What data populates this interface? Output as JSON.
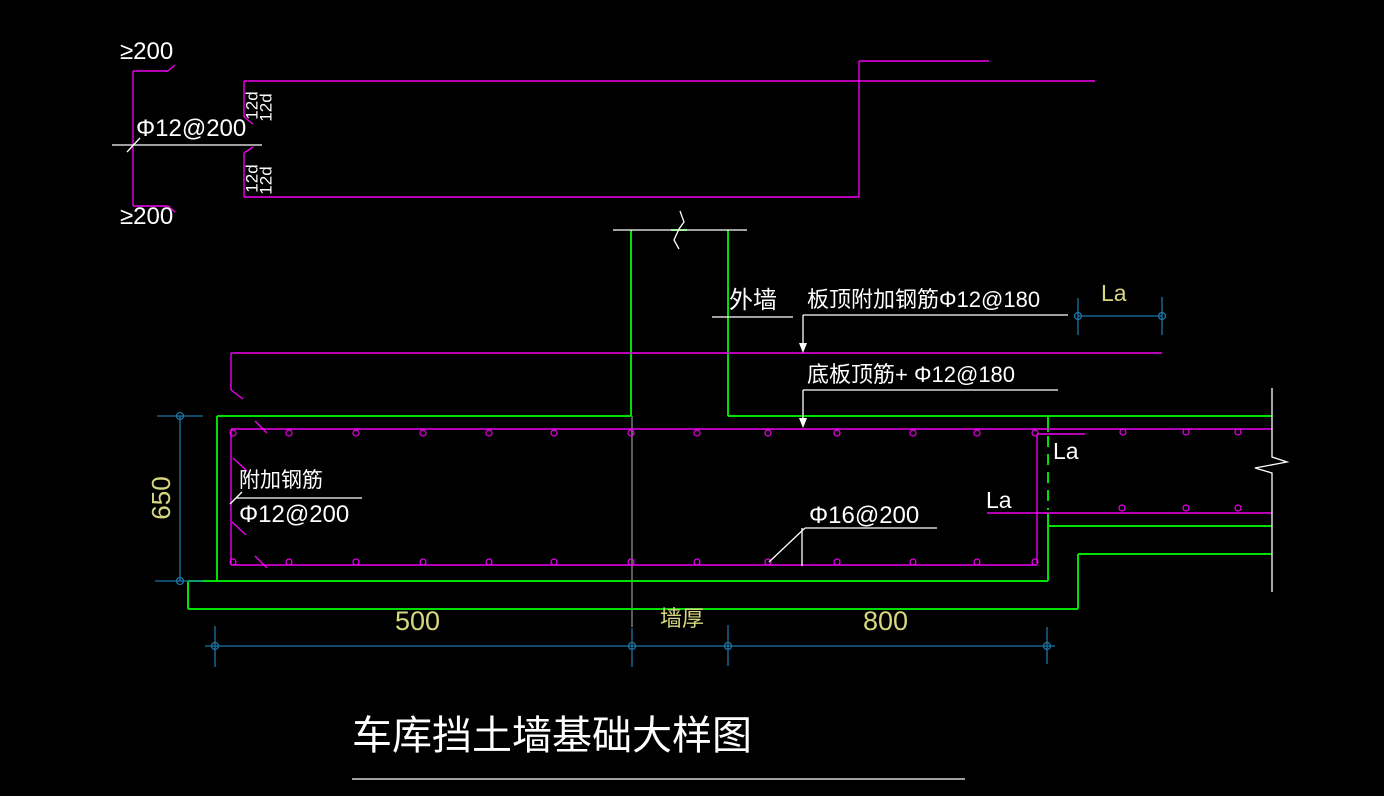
{
  "colors": {
    "background": "#000000",
    "rebar_magenta": "#f000f0",
    "concrete_green": "#00e000",
    "dimension_blue": "#1b76a8",
    "text_white": "#ffffff",
    "text_yellow": "#d6d77e",
    "construction_gray": "#9a9a9a"
  },
  "rebar_detail": {
    "top_clearance": "≥200",
    "bottom_clearance": "≥200",
    "spec": "Φ12@200",
    "bend_top_a": "12d",
    "bend_top_b": "12d",
    "bend_bottom_a": "12d",
    "bend_bottom_b": "12d"
  },
  "annotations": {
    "exterior_wall": "外墙",
    "slab_top_additional_rebar": "板顶附加钢筋Φ12@180",
    "bottom_slab_top_rebar": "底板顶筋+ Φ12@180",
    "additional_rebar_name": "附加钢筋",
    "additional_rebar_spec": "Φ12@200",
    "footing_bottom_rebar_spec": "Φ16@200",
    "anchorage_top": "La",
    "anchorage_right": "La",
    "anchorage_lower": "La"
  },
  "dimensions": {
    "footing_depth": "650",
    "left_extent": "500",
    "wall_thickness": "墙厚",
    "right_extent": "800"
  },
  "title": "车库挡土墙基础大样图"
}
